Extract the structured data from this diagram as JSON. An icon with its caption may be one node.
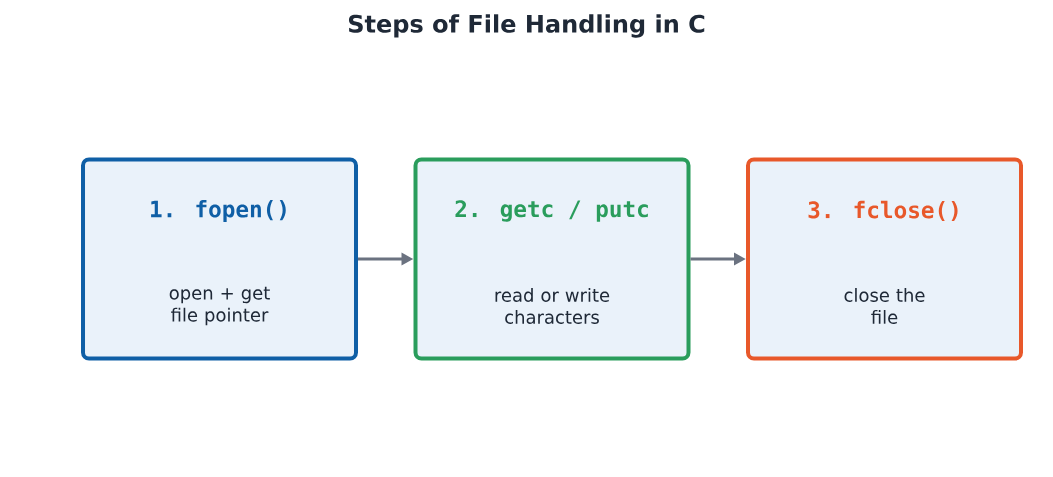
{
  "diagram": {
    "title": "Steps of File Handling in C",
    "nodes": [
      {
        "text": [
          "1. fopen()",
          "open + get file pointer"
        ]
      },
      {
        "text": [
          "2. getc / putc",
          "read or write characters"
        ]
      },
      {
        "text": [
          "3. fclose()",
          "close the file"
        ]
      }
    ],
    "edges": [
      {
        "from": 0,
        "to": 1,
        "arrow": "to"
      },
      {
        "from": 1,
        "to": 2,
        "arrow": "to"
      }
    ]
  }
}
